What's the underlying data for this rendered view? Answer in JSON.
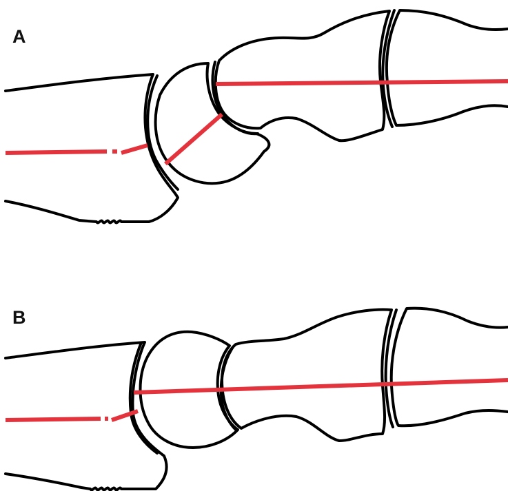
{
  "panels": [
    {
      "label": "A",
      "state": "flexed alignment (broken axis)"
    },
    {
      "label": "B",
      "state": "neutral alignment (straight axis)"
    }
  ],
  "colors": {
    "outline": "#000000",
    "axis": "#e3343d",
    "background": "#ffffff"
  }
}
